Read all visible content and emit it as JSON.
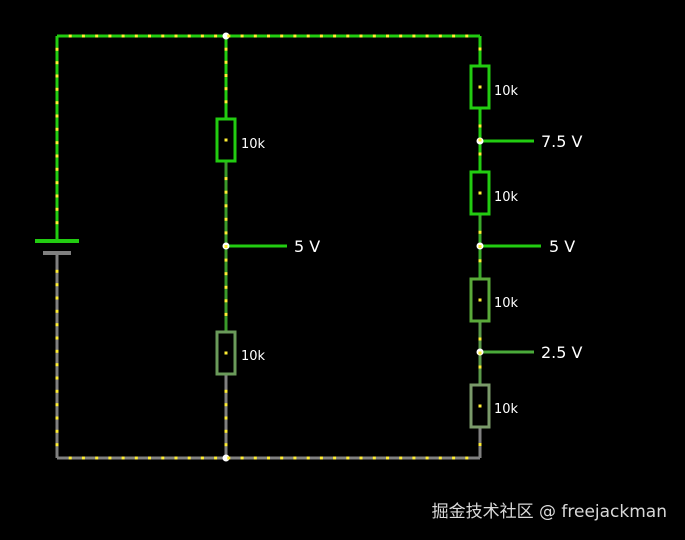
{
  "circuit": {
    "wire_color_high": "#22cc11",
    "wire_color_low": "#808080",
    "current_dot_color": "#ffee33",
    "node_color": "#ffffff",
    "left_branch": {
      "resistors": [
        {
          "label": "10k"
        },
        {
          "label": "10k"
        }
      ],
      "probe": {
        "label": "5 V"
      }
    },
    "right_branch": {
      "resistors": [
        {
          "label": "10k"
        },
        {
          "label": "10k"
        },
        {
          "label": "10k"
        },
        {
          "label": "10k"
        }
      ],
      "probes": [
        {
          "label": "7.5 V"
        },
        {
          "label": "5 V"
        },
        {
          "label": "2.5 V"
        }
      ]
    }
  },
  "watermark": "掘金技术社区 @ freejackman"
}
